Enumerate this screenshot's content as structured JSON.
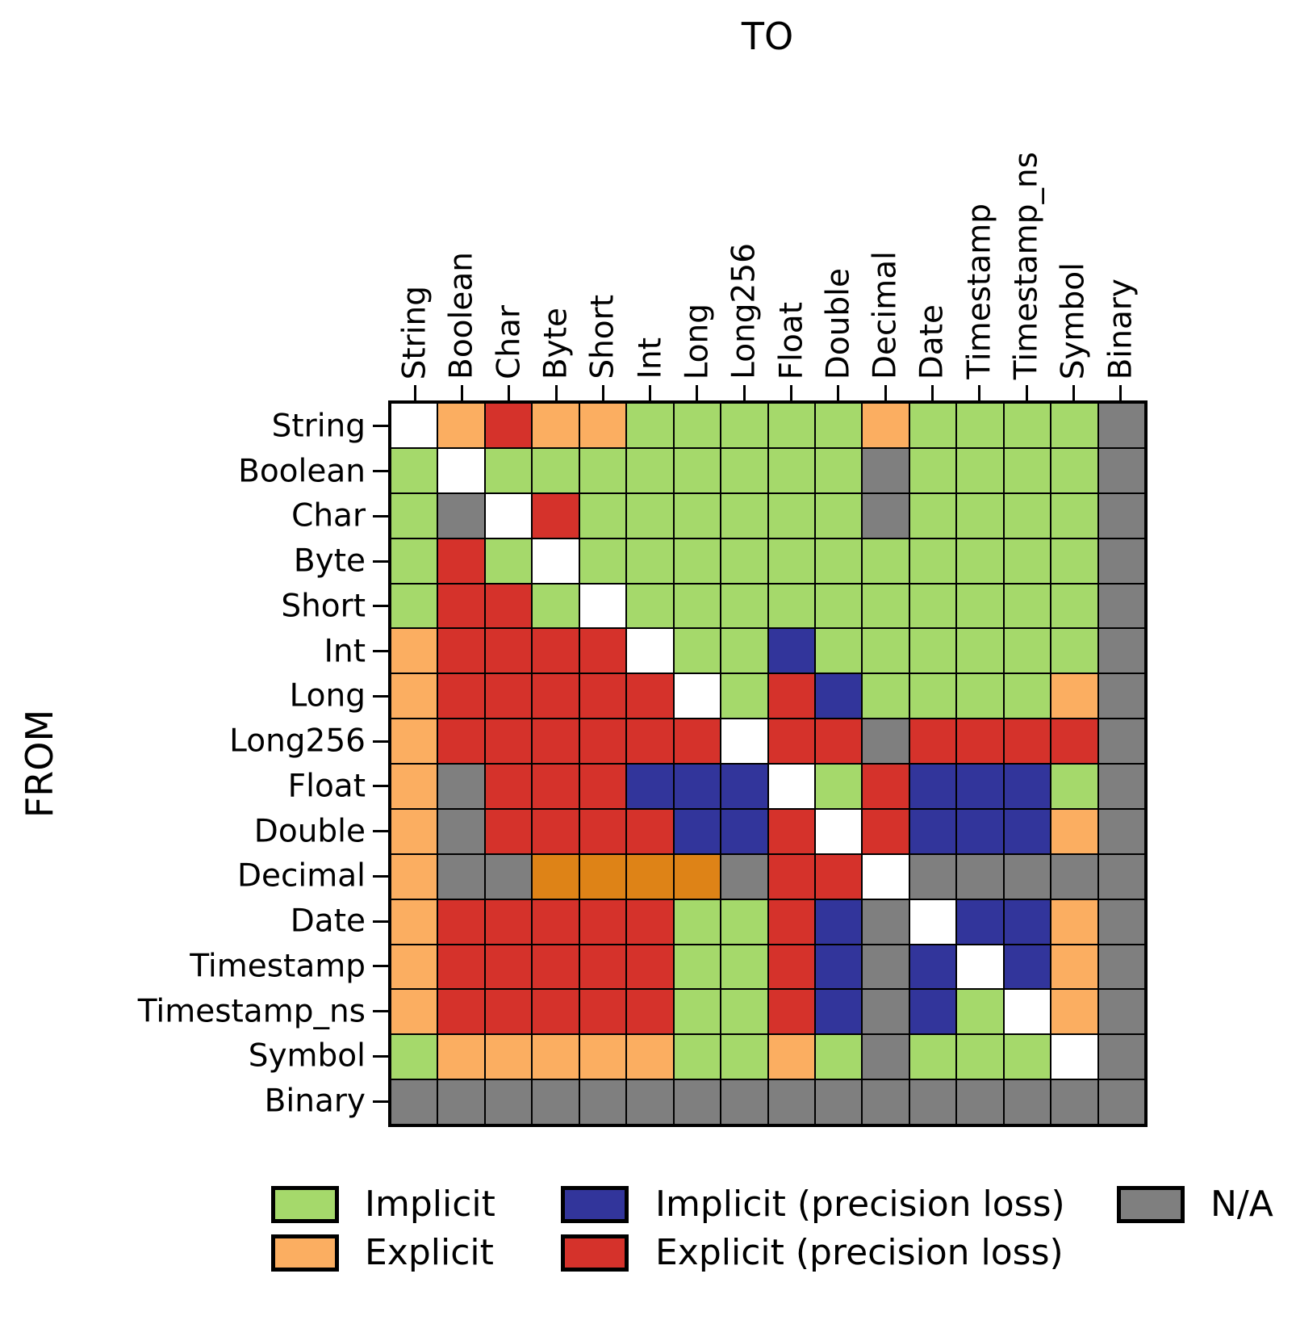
{
  "chart_data": {
    "type": "heatmap",
    "x_axis_title": "TO",
    "y_axis_title": "FROM",
    "categories": [
      "String",
      "Boolean",
      "Char",
      "Byte",
      "Short",
      "Int",
      "Long",
      "Long256",
      "Float",
      "Double",
      "Decimal",
      "Date",
      "Timestamp",
      "Timestamp_ns",
      "Symbol",
      "Binary"
    ],
    "colors": {
      "I": "#a5d96b",
      "E": "#fbae61",
      "IP": "#32359b",
      "EP": "#d5322b",
      "ED": "#de8317",
      "NA": "#7f7f7f",
      "S": "#ffffff"
    },
    "rows": [
      {
        "from": "String",
        "cells": [
          "S",
          "E",
          "EP",
          "E",
          "E",
          "I",
          "I",
          "I",
          "I",
          "I",
          "E",
          "I",
          "I",
          "I",
          "I",
          "NA"
        ]
      },
      {
        "from": "Boolean",
        "cells": [
          "I",
          "S",
          "I",
          "I",
          "I",
          "I",
          "I",
          "I",
          "I",
          "I",
          "NA",
          "I",
          "I",
          "I",
          "I",
          "NA"
        ]
      },
      {
        "from": "Char",
        "cells": [
          "I",
          "NA",
          "S",
          "EP",
          "I",
          "I",
          "I",
          "I",
          "I",
          "I",
          "NA",
          "I",
          "I",
          "I",
          "I",
          "NA"
        ]
      },
      {
        "from": "Byte",
        "cells": [
          "I",
          "EP",
          "I",
          "S",
          "I",
          "I",
          "I",
          "I",
          "I",
          "I",
          "I",
          "I",
          "I",
          "I",
          "I",
          "NA"
        ]
      },
      {
        "from": "Short",
        "cells": [
          "I",
          "EP",
          "EP",
          "I",
          "S",
          "I",
          "I",
          "I",
          "I",
          "I",
          "I",
          "I",
          "I",
          "I",
          "I",
          "NA"
        ]
      },
      {
        "from": "Int",
        "cells": [
          "E",
          "EP",
          "EP",
          "EP",
          "EP",
          "S",
          "I",
          "I",
          "IP",
          "I",
          "I",
          "I",
          "I",
          "I",
          "I",
          "NA"
        ]
      },
      {
        "from": "Long",
        "cells": [
          "E",
          "EP",
          "EP",
          "EP",
          "EP",
          "EP",
          "S",
          "I",
          "EP",
          "IP",
          "I",
          "I",
          "I",
          "I",
          "E",
          "NA"
        ]
      },
      {
        "from": "Long256",
        "cells": [
          "E",
          "EP",
          "EP",
          "EP",
          "EP",
          "EP",
          "EP",
          "S",
          "EP",
          "EP",
          "NA",
          "EP",
          "EP",
          "EP",
          "EP",
          "NA"
        ]
      },
      {
        "from": "Float",
        "cells": [
          "E",
          "NA",
          "EP",
          "EP",
          "EP",
          "IP",
          "IP",
          "IP",
          "S",
          "I",
          "EP",
          "IP",
          "IP",
          "IP",
          "I",
          "NA"
        ]
      },
      {
        "from": "Double",
        "cells": [
          "E",
          "NA",
          "EP",
          "EP",
          "EP",
          "EP",
          "IP",
          "IP",
          "EP",
          "S",
          "EP",
          "IP",
          "IP",
          "IP",
          "E",
          "NA"
        ]
      },
      {
        "from": "Decimal",
        "cells": [
          "E",
          "NA",
          "NA",
          "ED",
          "ED",
          "ED",
          "ED",
          "NA",
          "EP",
          "EP",
          "S",
          "NA",
          "NA",
          "NA",
          "NA",
          "NA"
        ]
      },
      {
        "from": "Date",
        "cells": [
          "E",
          "EP",
          "EP",
          "EP",
          "EP",
          "EP",
          "I",
          "I",
          "EP",
          "IP",
          "NA",
          "S",
          "IP",
          "IP",
          "E",
          "NA"
        ]
      },
      {
        "from": "Timestamp",
        "cells": [
          "E",
          "EP",
          "EP",
          "EP",
          "EP",
          "EP",
          "I",
          "I",
          "EP",
          "IP",
          "NA",
          "IP",
          "S",
          "IP",
          "E",
          "NA"
        ]
      },
      {
        "from": "Timestamp_ns",
        "cells": [
          "E",
          "EP",
          "EP",
          "EP",
          "EP",
          "EP",
          "I",
          "I",
          "EP",
          "IP",
          "NA",
          "IP",
          "I",
          "S",
          "E",
          "NA"
        ]
      },
      {
        "from": "Symbol",
        "cells": [
          "I",
          "E",
          "E",
          "E",
          "E",
          "E",
          "I",
          "I",
          "E",
          "I",
          "NA",
          "I",
          "I",
          "I",
          "S",
          "NA"
        ]
      },
      {
        "from": "Binary",
        "cells": [
          "NA",
          "NA",
          "NA",
          "NA",
          "NA",
          "NA",
          "NA",
          "NA",
          "NA",
          "NA",
          "NA",
          "NA",
          "NA",
          "NA",
          "NA",
          "NA"
        ]
      }
    ]
  },
  "legend": {
    "items": [
      {
        "label": "Implicit",
        "code": "I",
        "row": 0,
        "col": 0
      },
      {
        "label": "Explicit",
        "code": "E",
        "row": 1,
        "col": 0
      },
      {
        "label": "Implicit (precision loss)",
        "code": "IP",
        "row": 0,
        "col": 1
      },
      {
        "label": "Explicit (precision loss)",
        "code": "EP",
        "row": 1,
        "col": 1
      },
      {
        "label": "N/A",
        "code": "NA",
        "row": 0,
        "col": 2
      }
    ]
  }
}
